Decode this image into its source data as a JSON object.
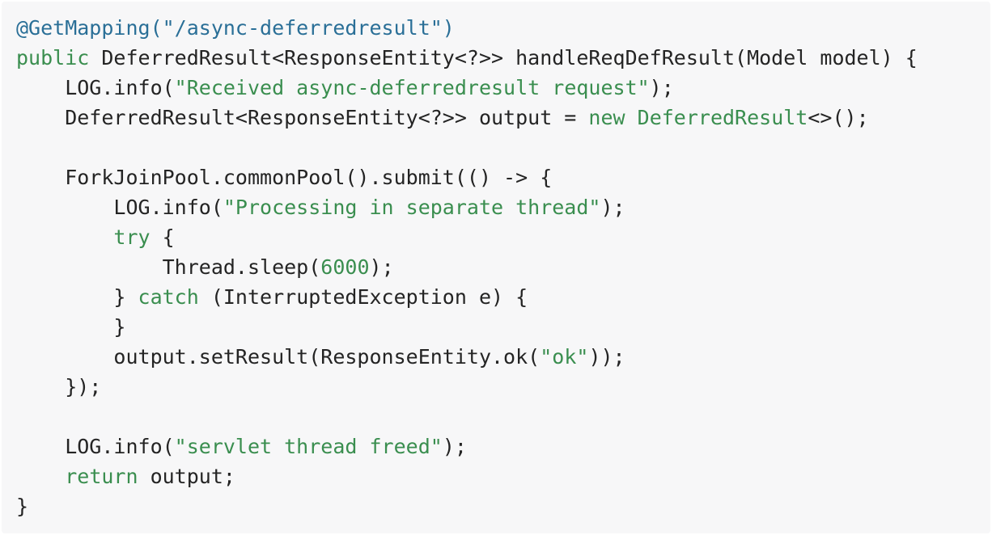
{
  "code": {
    "language": "java",
    "lines": [
      [
        {
          "t": "@GetMapping(\"/async-deferredresult\")",
          "k": "annotation"
        }
      ],
      [
        {
          "t": "public",
          "k": "keyword"
        },
        {
          "t": " DeferredResult<ResponseEntity<?>> handleReqDefResult(Model model) {",
          "k": "plain"
        }
      ],
      [
        {
          "t": "    LOG.info(",
          "k": "plain"
        },
        {
          "t": "\"Received async-deferredresult request\"",
          "k": "string"
        },
        {
          "t": ");",
          "k": "plain"
        }
      ],
      [
        {
          "t": "    DeferredResult<ResponseEntity<?>> output = ",
          "k": "plain"
        },
        {
          "t": "new",
          "k": "keyword"
        },
        {
          "t": " ",
          "k": "plain"
        },
        {
          "t": "DeferredResult",
          "k": "type"
        },
        {
          "t": "<>();",
          "k": "plain"
        }
      ],
      [],
      [
        {
          "t": "    ForkJoinPool.commonPool().submit(() -> {",
          "k": "plain"
        }
      ],
      [
        {
          "t": "        LOG.info(",
          "k": "plain"
        },
        {
          "t": "\"Processing in separate thread\"",
          "k": "string"
        },
        {
          "t": ");",
          "k": "plain"
        }
      ],
      [
        {
          "t": "        ",
          "k": "plain"
        },
        {
          "t": "try",
          "k": "keyword"
        },
        {
          "t": " {",
          "k": "plain"
        }
      ],
      [
        {
          "t": "            Thread.sleep(",
          "k": "plain"
        },
        {
          "t": "6000",
          "k": "number"
        },
        {
          "t": ");",
          "k": "plain"
        }
      ],
      [
        {
          "t": "        } ",
          "k": "plain"
        },
        {
          "t": "catch",
          "k": "keyword"
        },
        {
          "t": " (InterruptedException e) {",
          "k": "plain"
        }
      ],
      [
        {
          "t": "        }",
          "k": "plain"
        }
      ],
      [
        {
          "t": "        output.setResult(ResponseEntity.ok(",
          "k": "plain"
        },
        {
          "t": "\"ok\"",
          "k": "string"
        },
        {
          "t": "));",
          "k": "plain"
        }
      ],
      [
        {
          "t": "    });",
          "k": "plain"
        }
      ],
      [],
      [
        {
          "t": "    LOG.info(",
          "k": "plain"
        },
        {
          "t": "\"servlet thread freed\"",
          "k": "string"
        },
        {
          "t": ");",
          "k": "plain"
        }
      ],
      [
        {
          "t": "    ",
          "k": "plain"
        },
        {
          "t": "return",
          "k": "keyword"
        },
        {
          "t": " output;",
          "k": "plain"
        }
      ],
      [
        {
          "t": "}",
          "k": "plain"
        }
      ]
    ]
  },
  "colors": {
    "background": "#f7f7f8",
    "text": "#242424",
    "annotation": "#2a6f97",
    "keyword": "#3a8e4f",
    "string": "#3a8e4f"
  }
}
